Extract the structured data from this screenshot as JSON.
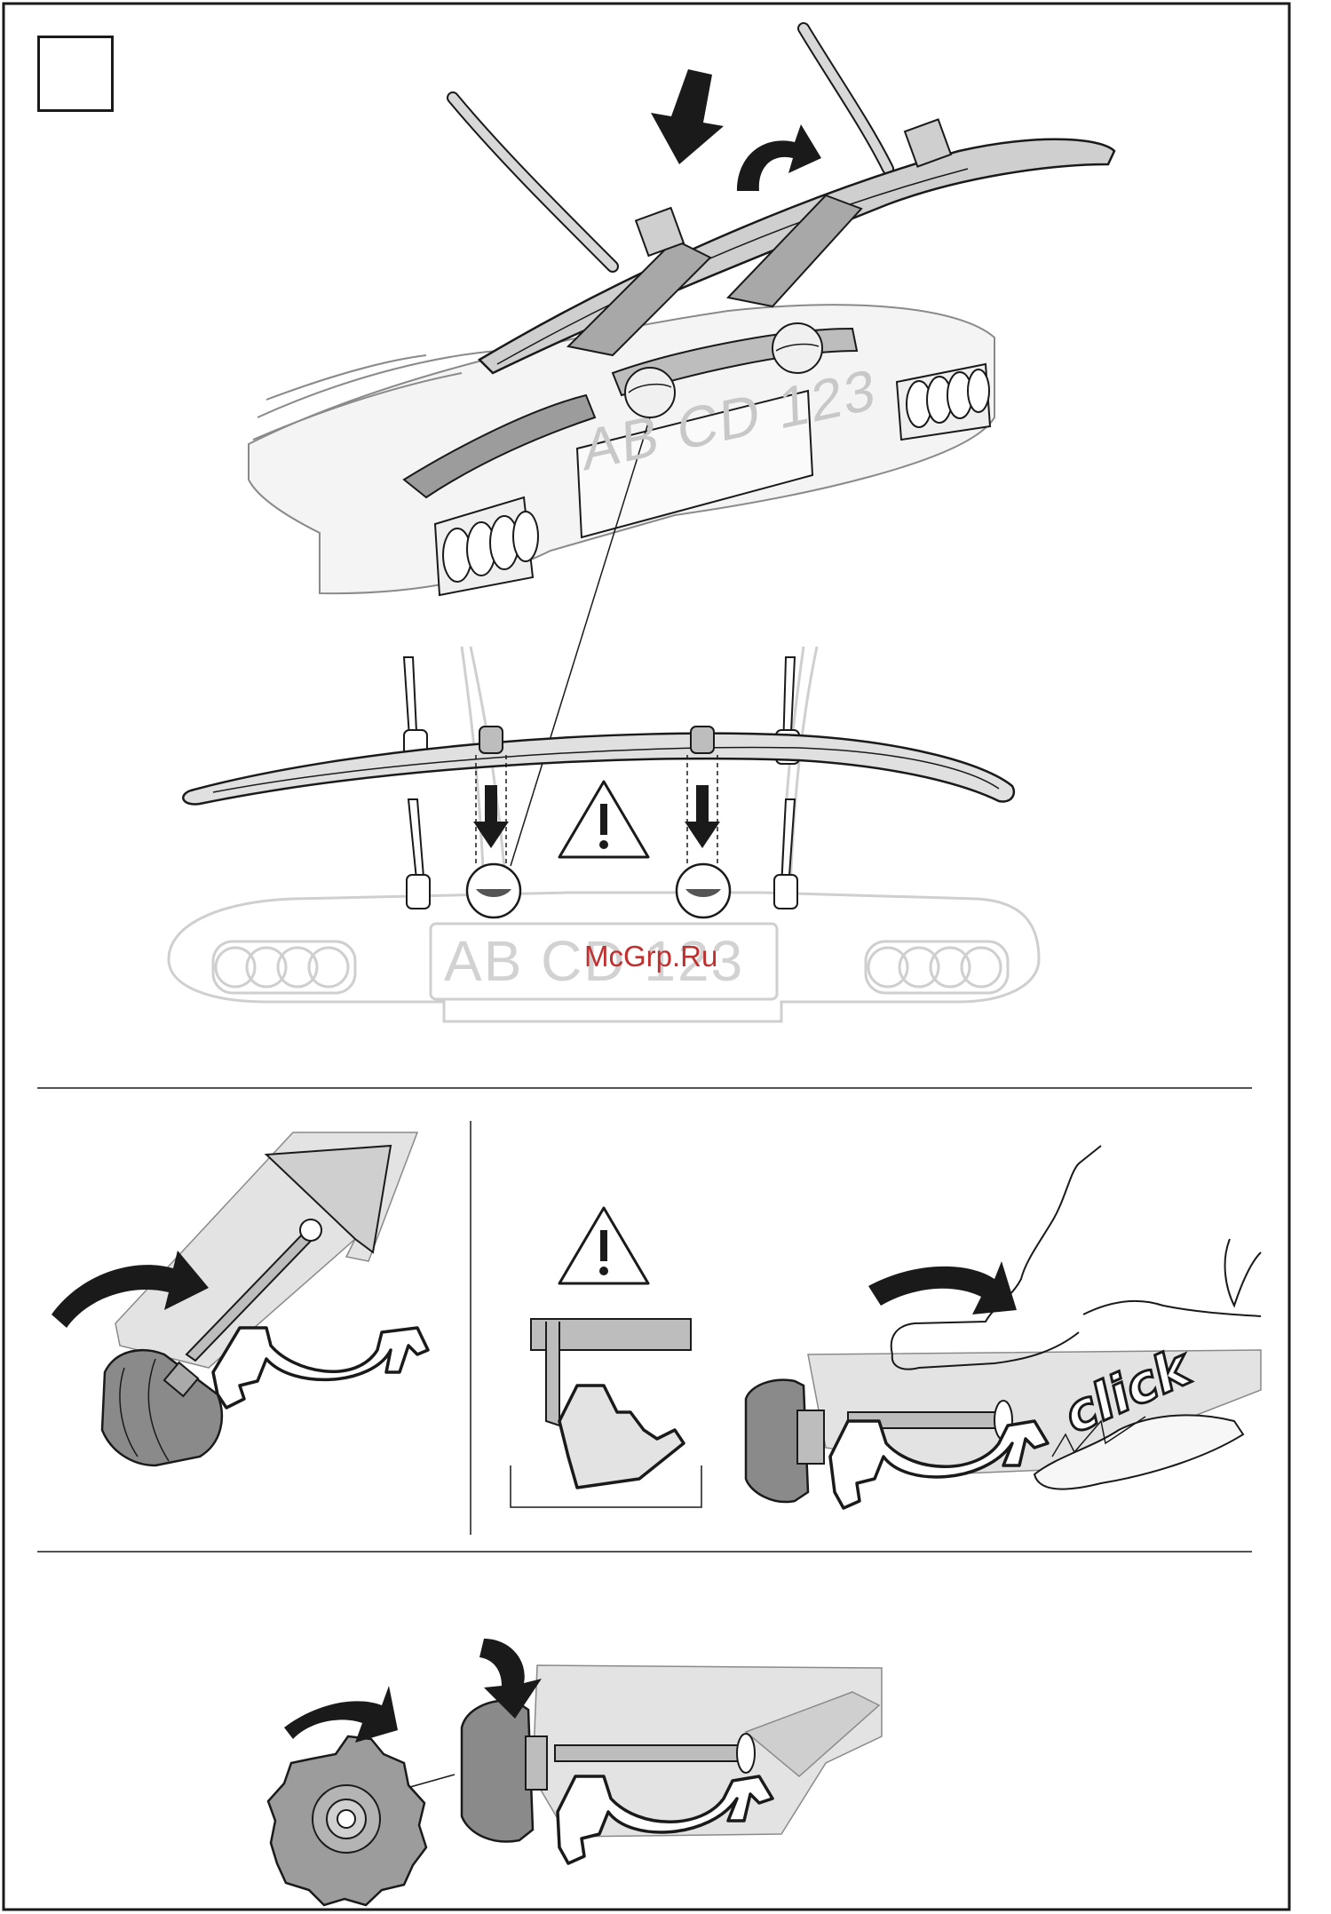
{
  "document": {
    "plate_top_text": "AB CD 123",
    "plate_front_text": "AB CD 123",
    "watermark": "McGrp.Ru",
    "click_text": "click"
  },
  "icons": [
    "warning-triangle-icon",
    "arrow-down-icon",
    "curved-arrow-icon"
  ],
  "colors": {
    "line": "#1a1a1a",
    "part_gray": "#bdbdbd",
    "light_gray": "#e3e3e3",
    "faded": "#cfcfcf",
    "watermark": "#c0302f"
  }
}
